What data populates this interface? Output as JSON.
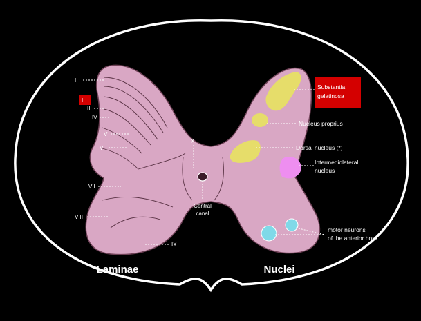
{
  "colors": {
    "background": "#000000",
    "outline": "#ffffff",
    "grey_matter": "#d9a7c4",
    "gray_matter_edge": "#6e4156",
    "yellow_nuclei": "#e6dd6a",
    "intermediolateral": "#ee8ef0",
    "motor_neurons": "#7fd9e8",
    "highlight_box": "#d40000"
  },
  "laminae": {
    "caption": "Laminae",
    "labels": [
      "I",
      "II",
      "III",
      "IV",
      "V",
      "VI",
      "VII",
      "VIII",
      "IX",
      "X"
    ]
  },
  "central_canal": {
    "label": "Central canal",
    "lines": [
      "Central",
      "canal"
    ]
  },
  "nuclei": {
    "caption": "Nuclei",
    "substantia_gelatinosa": [
      "Substantia",
      "gelatinosa"
    ],
    "nucleus_proprius": "Nucleus proprius",
    "dorsal_nucleus": "Dorsal nucleus (*)",
    "intermediolateral": [
      "Intermediolateral",
      "nucleus"
    ],
    "motor_neurons": [
      "motor neurons",
      "of the anterior horn"
    ]
  }
}
